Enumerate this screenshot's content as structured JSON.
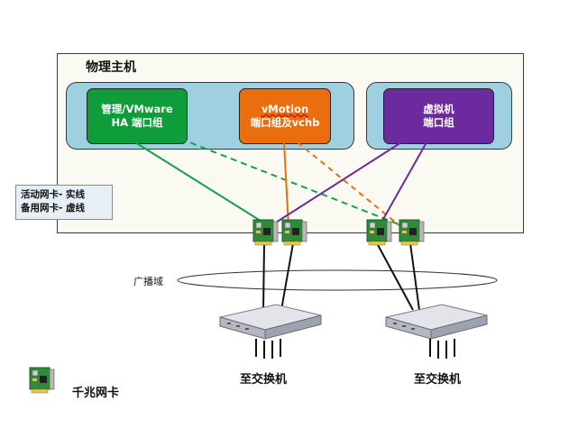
{
  "host": {
    "title": "物理主机"
  },
  "port_groups": {
    "management": {
      "line1": "管理/VMware",
      "line2": "HA 端口组",
      "color": "#0f9c3a"
    },
    "vmotion": {
      "line1": "vMotion",
      "line2": "端口组及vchb",
      "color": "#ea6e0e"
    },
    "vm": {
      "line1": "虚拟机",
      "line2": "端口组",
      "color": "#6b2b9e"
    }
  },
  "legend": {
    "active": "活动网卡- 实线",
    "standby": "备用网卡- 虚线",
    "nic": "千兆网卡"
  },
  "broadcast_domain": "广播域",
  "switches": [
    "至交换机",
    "至交换机"
  ],
  "icons": [
    "nic-icon",
    "switch-icon"
  ],
  "colors": {
    "group_bg": "#9fd0e0",
    "host_bg": "#fbfaf2"
  }
}
